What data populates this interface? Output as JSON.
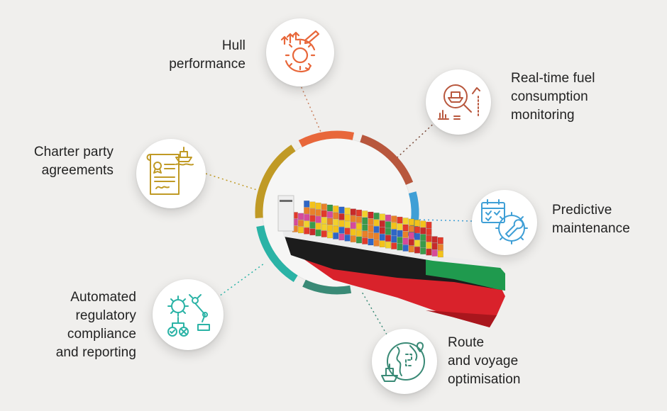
{
  "features": [
    {
      "id": "hull",
      "lines": [
        "Hull",
        "performance"
      ],
      "color": "#e8673a",
      "icon": "gear-arrows-icon"
    },
    {
      "id": "fuel",
      "lines": [
        "Real-time fuel",
        "consumption",
        "monitoring"
      ],
      "color": "#b8573d",
      "icon": "ship-magnifier-chart-icon"
    },
    {
      "id": "maint",
      "lines": [
        "Predictive",
        "maintenance"
      ],
      "color": "#3f9fd6",
      "icon": "calendar-gear-wrench-icon"
    },
    {
      "id": "route",
      "lines": [
        "Route",
        "and voyage",
        "optimisation"
      ],
      "color": "#3a8a76",
      "icon": "globe-ship-route-icon"
    },
    {
      "id": "compliance",
      "lines": [
        "Automated",
        "regulatory",
        "compliance",
        "and reporting"
      ],
      "color": "#2bb3a6",
      "icon": "gear-robot-arm-icon"
    },
    {
      "id": "charter",
      "lines": [
        "Charter party",
        "agreements"
      ],
      "color": "#c09a25",
      "icon": "contract-ship-icon"
    }
  ],
  "colors": {
    "background": "#f0efed",
    "ring_orange": "#e8673a",
    "ring_brown": "#b8573d",
    "ring_blue": "#3f9fd6",
    "ring_green": "#3a8a76",
    "ring_teal": "#2bb3a6",
    "ring_gold": "#c09a25",
    "hull_green": "#1f9a4e",
    "hull_red": "#d9222b",
    "hull_black": "#1c1c1c"
  }
}
